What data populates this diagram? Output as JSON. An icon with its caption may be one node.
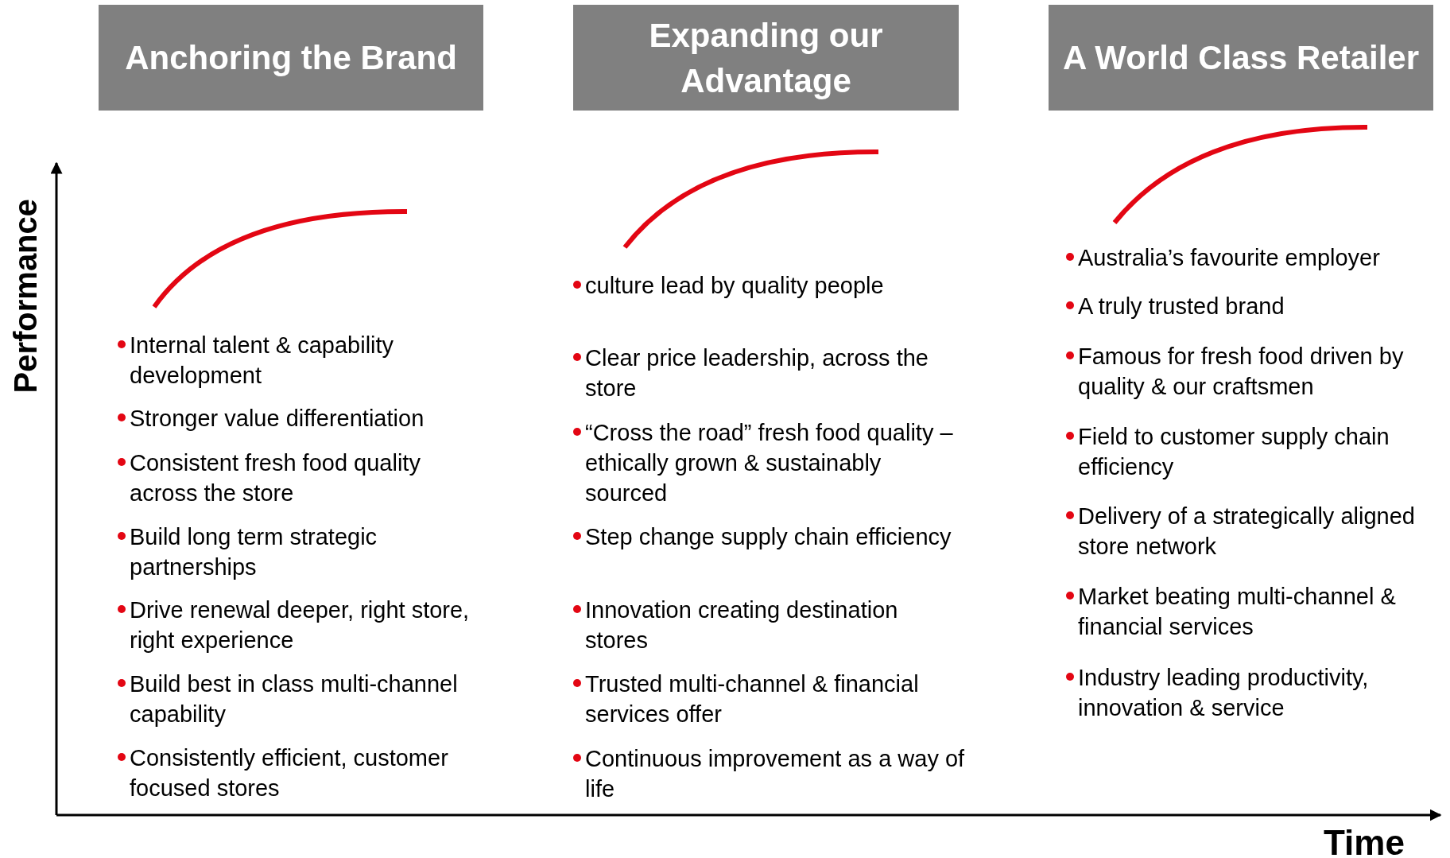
{
  "diagram": {
    "nodes": [
      {
        "text": [
          "Anchoring the Brand"
        ]
      },
      {
        "text": [
          "Expanding our Advantage"
        ]
      },
      {
        "text": [
          "A World Class Retailer"
        ]
      }
    ],
    "labels": [
      "Performance",
      "Time",
      "Internal talent & capability development",
      "Stronger value differentiation",
      "Consistent fresh food quality across the store",
      "Build long term strategic partnerships",
      "Drive renewal deeper, right store, right experience",
      "Build best in class multi-channel capability",
      "Consistently efficient, customer focused stores",
      "culture lead by quality people",
      "Clear price leadership, across the store",
      "“Cross the road” fresh food quality – ethically grown & sustainably sourced",
      "Step change supply chain efficiency",
      "Innovation creating destination stores",
      "Trusted multi-channel & financial services offer",
      "Continuous improvement as a way of life",
      "Australia’s favourite employer",
      "A truly trusted brand",
      "Famous for fresh food driven by quality & our craftsmen",
      "Field to customer supply chain efficiency",
      "Delivery of a strategically aligned store network",
      "Market beating multi-channel & financial services",
      "Industry leading productivity, innovation & service"
    ]
  }
}
